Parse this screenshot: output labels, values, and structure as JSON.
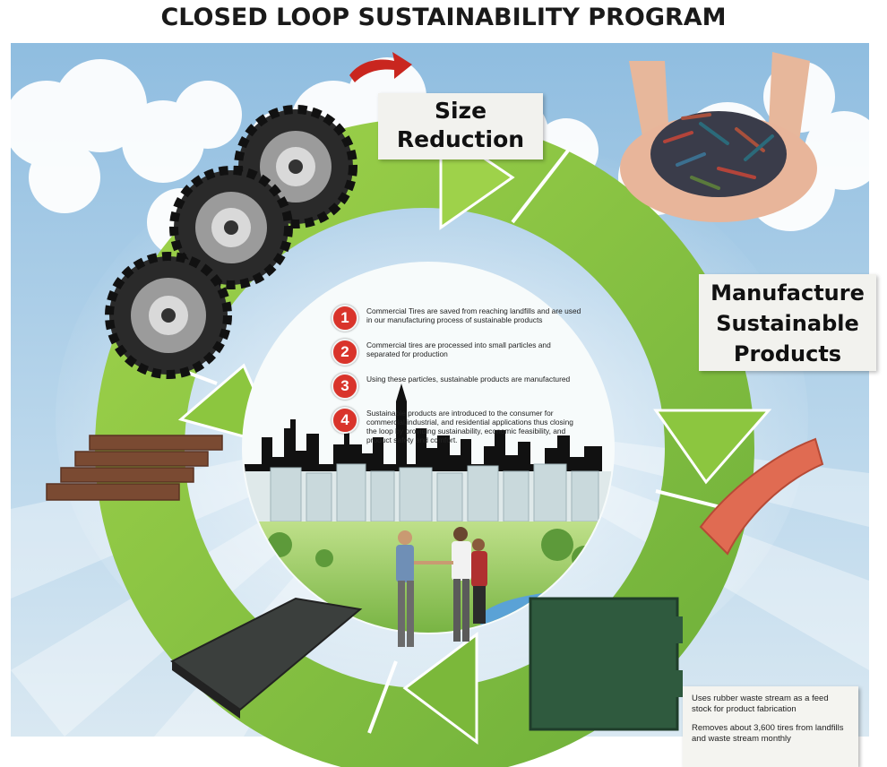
{
  "title": "CLOSED LOOP SUSTAINABILITY PROGRAM",
  "stages": {
    "size_reduction": [
      "Size",
      "Reduction"
    ],
    "manufacture": [
      "Manufacture",
      "Sustainable",
      "Products"
    ]
  },
  "steps": [
    {
      "number": "1",
      "text": "Commercial Tires are saved from reaching landfills and are used  in our manufacturing process of sustainable products"
    },
    {
      "number": "2",
      "text": "Commercial tires are processed into small particles  and separated for production"
    },
    {
      "number": "3",
      "text": "Using these particles, sustainable products are manufactured"
    },
    {
      "number": "4",
      "text": "Sustainable products are introduced to the consumer for commercial,industrial, and residential applications thus closing the loop by providing sustainability, economic feasibility, and product safety and comfort."
    }
  ],
  "info": [
    "Uses rubber waste stream as a feed stock for product fabrication",
    "Removes about 3,600 tires from landfills and waste stream monthly"
  ],
  "colors": {
    "arrow_green": "#8dc63f",
    "arrow_dark": "#6aa62e",
    "sky": "#a9cbe5",
    "badge_red": "#d9342b",
    "pointer_red": "#c9261f",
    "brick": "#7a4a32",
    "curb": "#e06b52",
    "mat_dark": "#3b3f3d",
    "tile_green": "#2f5a3e"
  },
  "icons": [
    "curved-arrow-icon",
    "tire-icon",
    "hands-holding-mulch",
    "city-skyline",
    "people-handshake",
    "brick-steps",
    "curb-stop",
    "rubber-mat",
    "rubber-tile"
  ]
}
